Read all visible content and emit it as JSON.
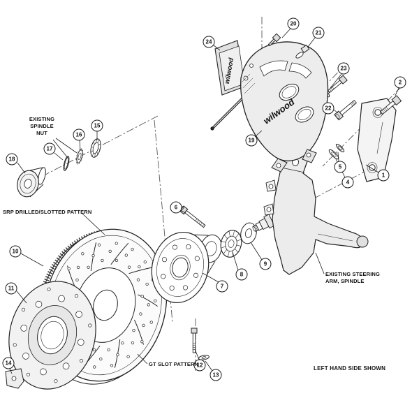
{
  "diagram": {
    "brand": "wilwood",
    "footer_note": "LEFT HAND SIDE SHOWN",
    "labels": {
      "spindle_nut": "EXISTING\nSPINDLE\nNUT",
      "srp_pattern": "SRP DRILLED/SLOTTED PATTERN",
      "gt_pattern": "GT SLOT PATTERN",
      "steering_arm": "EXISTING STEERING\nARM, SPINDLE"
    },
    "callouts": {
      "c1": "1",
      "c2": "2",
      "c4": "4",
      "c5": "5",
      "c6": "6",
      "c7": "7",
      "c8": "8",
      "c9": "9",
      "c10": "10",
      "c11": "11",
      "c12": "12",
      "c13": "13",
      "c14": "14",
      "c15": "15",
      "c16": "16",
      "c17": "17",
      "c18": "18",
      "c19": "19",
      "c20": "20",
      "c21": "21",
      "c22": "22",
      "c23": "23",
      "c24": "24"
    }
  }
}
